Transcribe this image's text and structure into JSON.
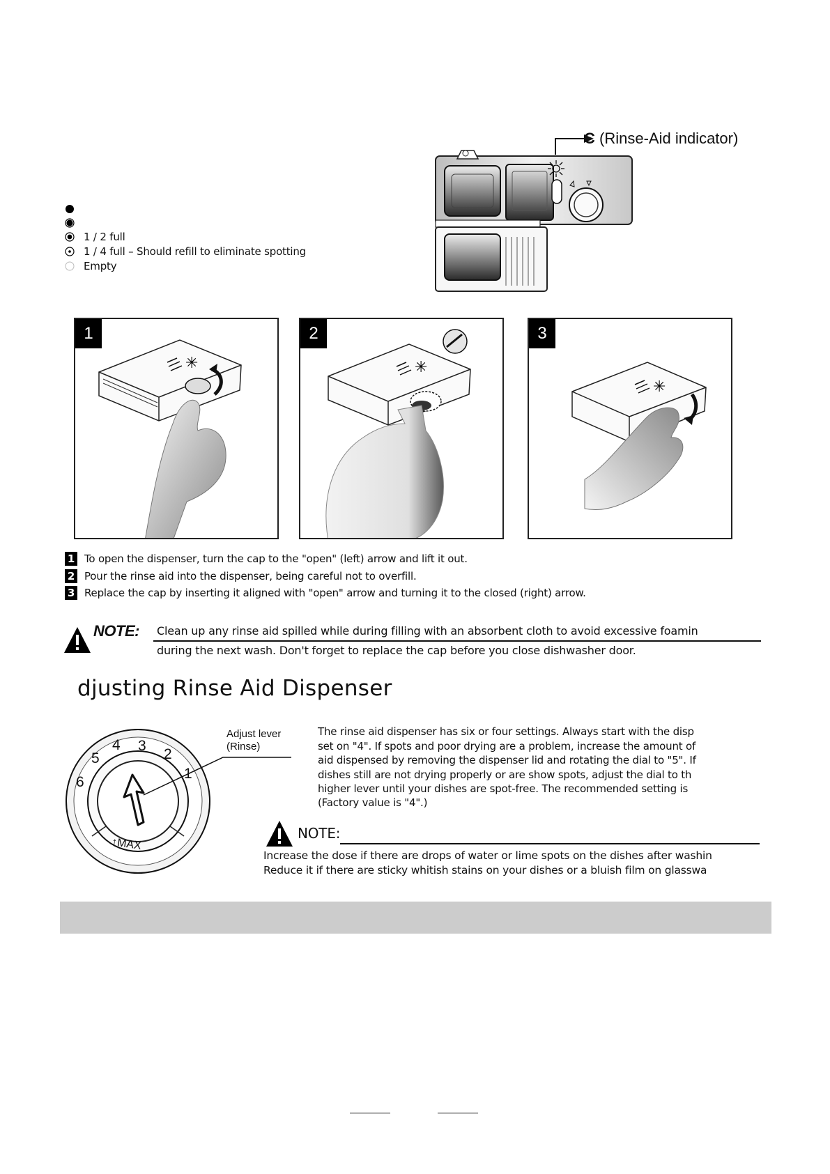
{
  "panel": {
    "indicator_label_bold": "C",
    "indicator_label_text": "(Rinse-Aid indicator)"
  },
  "legend": {
    "items": [
      {
        "label": "",
        "icon": "filled-dot-icon"
      },
      {
        "label": "",
        "icon": "mostly-filled-dot-icon"
      },
      {
        "label": "1 / 2 full",
        "icon": "half-dot-icon"
      },
      {
        "label": "1 / 4 full – Should refill to eliminate spotting",
        "icon": "quarter-dot-icon"
      },
      {
        "label": "Empty",
        "icon": "empty-dot-icon"
      }
    ]
  },
  "steps": {
    "frames": [
      {
        "number": "1"
      },
      {
        "number": "2"
      },
      {
        "number": "3"
      }
    ],
    "instructions": [
      {
        "badge": "1",
        "text": "To open the dispenser, turn the cap to the  \"open\" (left) arrow and lift it out."
      },
      {
        "badge": "2",
        "text": "Pour the rinse aid into the dispenser, being careful not to overfill."
      },
      {
        "badge": "3",
        "text": "Replace the cap by  inserting it aligned with  \"open\" arrow and turning it to the closed (right) arrow."
      }
    ]
  },
  "note1": {
    "label": "NOTE:",
    "line1": "Clean up any rinse aid spilled while during filling with an absorbent cloth to avoid excessive foamin",
    "line2": "during the next wash. Don't forget to replace the cap before you close dishwasher door."
  },
  "adjust": {
    "title": "djusting Rinse Aid Dispenser",
    "lever_label_line1": "Adjust lever",
    "lever_label_line2": "(Rinse)",
    "dial_numbers": [
      "6",
      "5",
      "4",
      "3",
      "2",
      "1"
    ],
    "dial_max": "MAX",
    "paragraph": [
      "The rinse aid dispenser has six or four settings. Always start with the disp",
      "set on \"4\". If spots and poor drying are a  problem, increase the amount of",
      "aid dispensed by removing the dispenser lid and rotating the dial to \"5\". If",
      "dishes still are not drying properly or are show spots, adjust the dial to th",
      "higher lever until your dishes are spot-free. The recommended setting is",
      "(Factory value is \"4\".)"
    ]
  },
  "note2": {
    "label": "NOTE:",
    "line1": "Increase the dose if there are drops of water or lime spots on the dishes after washin",
    "line2": "Reduce it if there are sticky whitish stains on your dishes or a bluish film on glasswa"
  }
}
